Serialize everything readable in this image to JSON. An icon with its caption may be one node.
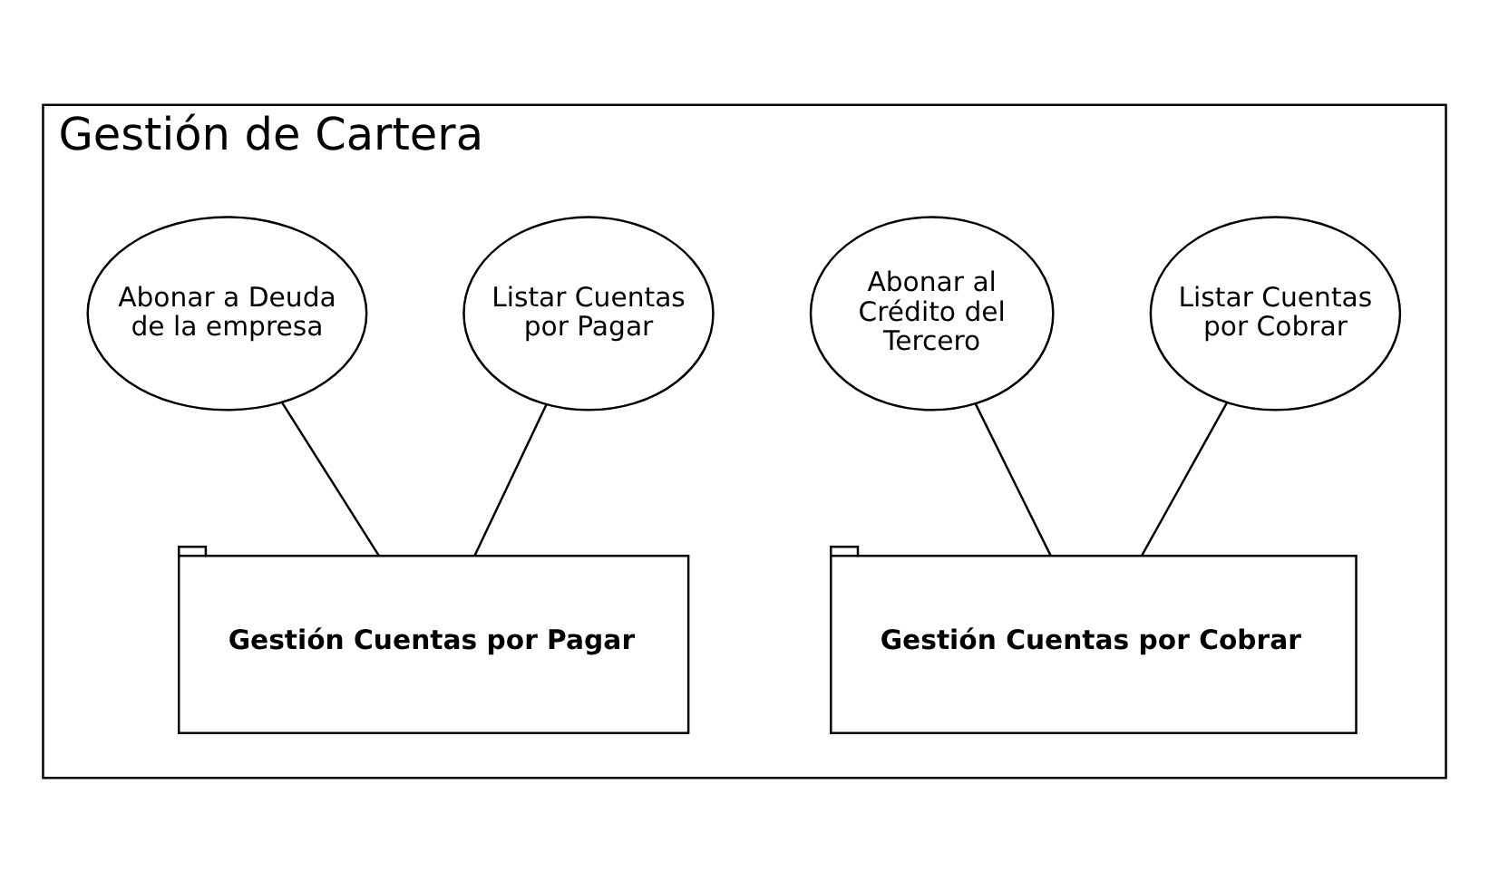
{
  "diagram": {
    "nodes": [
      {
        "text": [
          "Gestión de Cartera"
        ]
      },
      {
        "text": [
          "Listar Cuentas por Cobrar"
        ],
        "in": 0
      },
      {
        "text": [
          "Abonar al Crédito del Tercero"
        ],
        "in": 0
      },
      {
        "text": [
          "Listar Cuentas por Pagar"
        ],
        "in": 0
      },
      {
        "text": [
          "Abonar a Deuda de la empresa"
        ],
        "in": 0
      },
      {
        "text": [
          "Gestión Cuentas por Cobrar"
        ],
        "in": 0
      },
      {
        "text": [
          "Gestión Cuentas por Pagar"
        ],
        "in": 0
      }
    ],
    "edges": [
      {
        "from": 1,
        "to": 5,
        "arrow": "none"
      },
      {
        "from": 2,
        "to": 5,
        "arrow": "none"
      },
      {
        "from": 3,
        "to": 6,
        "arrow": "none"
      },
      {
        "from": 4,
        "to": 6,
        "arrow": "none"
      }
    ]
  }
}
